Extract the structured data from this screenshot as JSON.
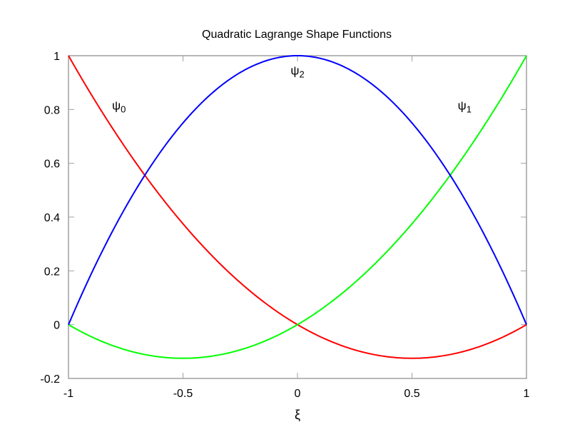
{
  "chart_data": {
    "type": "line",
    "title": "Quadratic Lagrange Shape Functions",
    "xlabel": "ξ",
    "ylabel": "",
    "xlim": [
      -1,
      1
    ],
    "ylim": [
      -0.2,
      1
    ],
    "xticks": [
      "-1",
      "-0.5",
      "0",
      "0.5",
      "1"
    ],
    "xtick_values": [
      -1,
      -0.5,
      0,
      0.5,
      1
    ],
    "yticks": [
      "-0.2",
      "0",
      "0.2",
      "0.4",
      "0.6",
      "0.8",
      "1"
    ],
    "ytick_values": [
      -0.2,
      0,
      0.2,
      0.4,
      0.6,
      0.8,
      1
    ],
    "grid": false,
    "legend": "none",
    "series": [
      {
        "name": "ψ0",
        "label_sub": "0",
        "color": "#ff0000",
        "formula": "xi*(xi-1)/2",
        "x": [
          -1,
          -0.75,
          -0.5,
          -0.25,
          0,
          0.25,
          0.5,
          0.75,
          1
        ],
        "values": [
          1,
          0.65625,
          0.375,
          0.15625,
          0,
          -0.09375,
          -0.125,
          -0.09375,
          0
        ],
        "label_pos": [
          -0.78,
          0.8
        ]
      },
      {
        "name": "ψ1",
        "label_sub": "1",
        "color": "#00ff00",
        "formula": "xi*(xi+1)/2",
        "x": [
          -1,
          -0.75,
          -0.5,
          -0.25,
          0,
          0.25,
          0.5,
          0.75,
          1
        ],
        "values": [
          0,
          -0.09375,
          -0.125,
          -0.09375,
          0,
          0.15625,
          0.375,
          0.65625,
          1
        ],
        "label_pos": [
          0.73,
          0.8
        ]
      },
      {
        "name": "ψ2",
        "label_sub": "2",
        "color": "#0000ff",
        "formula": "1-xi*xi",
        "x": [
          -1,
          -0.75,
          -0.5,
          -0.25,
          0,
          0.25,
          0.5,
          0.75,
          1
        ],
        "values": [
          0,
          0.4375,
          0.75,
          0.9375,
          1,
          0.9375,
          0.75,
          0.4375,
          0
        ],
        "label_pos": [
          0,
          0.93
        ]
      }
    ]
  }
}
